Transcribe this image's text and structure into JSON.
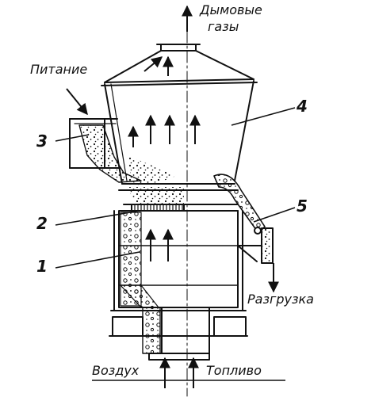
{
  "labels": {
    "flue_gases_line1": "Дымовые",
    "flue_gases_line2": "газы",
    "feed": "Питание",
    "discharge": "Разгрузка",
    "air": "Воздух",
    "fuel": "Топливо"
  },
  "callouts": {
    "n1": "1",
    "n2": "2",
    "n3": "3",
    "n4": "4",
    "n5": "5"
  },
  "colors": {
    "ink": "#111111",
    "background": "#ffffff"
  }
}
